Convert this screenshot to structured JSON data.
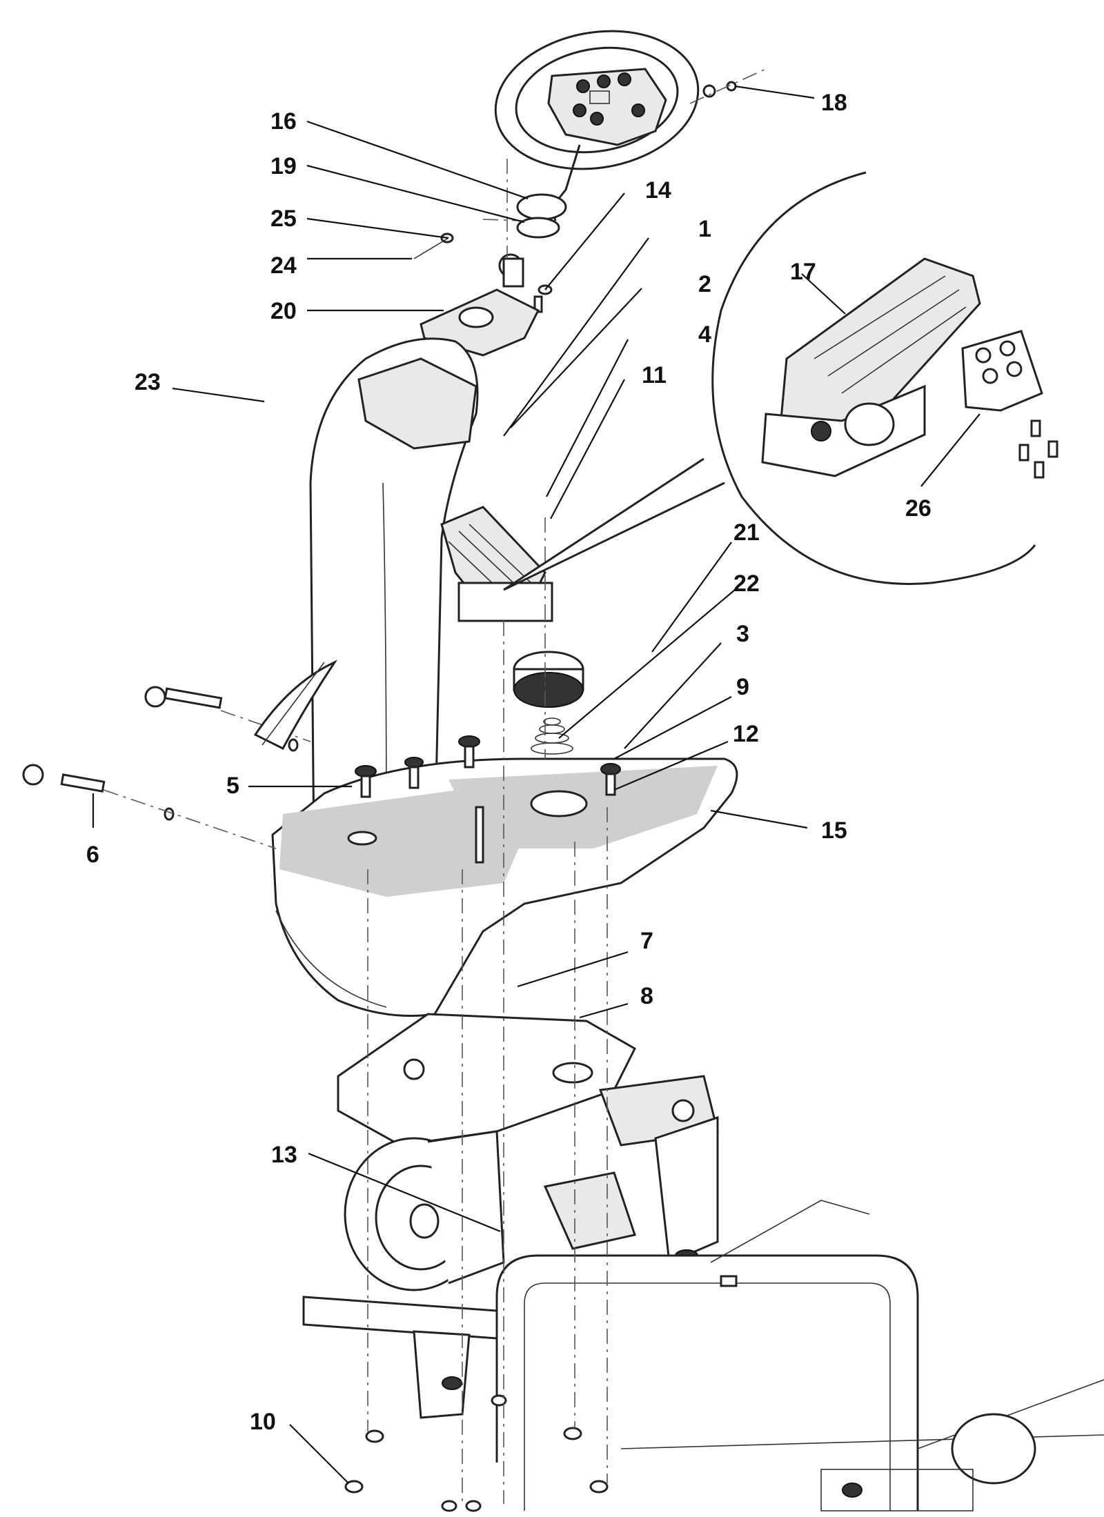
{
  "callouts": [
    "1",
    "2",
    "3",
    "4",
    "5",
    "6",
    "7",
    "8",
    "9",
    "10",
    "11",
    "12",
    "13",
    "14",
    "15",
    "16",
    "17",
    "18",
    "19",
    "20",
    "21",
    "22",
    "23",
    "24",
    "25",
    "26"
  ],
  "icons": [
    "steering-wheel-icon",
    "pedal-icon",
    "spring-icon",
    "bolt-icon",
    "wheel-icon",
    "frame-icon"
  ]
}
